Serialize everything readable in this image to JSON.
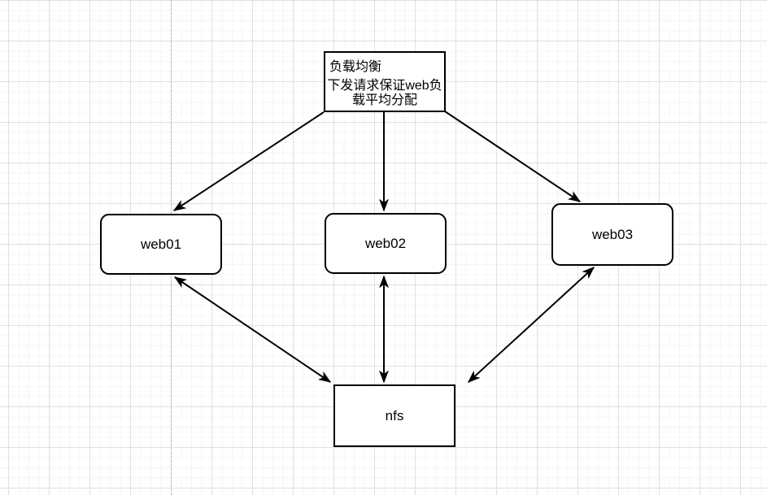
{
  "diagram": {
    "load_balancer": {
      "title": "负载均衡",
      "description": "下发请求保证web负载平均分配"
    },
    "nodes": [
      {
        "id": "web01",
        "label": "web01"
      },
      {
        "id": "web02",
        "label": "web02"
      },
      {
        "id": "web03",
        "label": "web03"
      },
      {
        "id": "nfs",
        "label": "nfs"
      }
    ],
    "edges": [
      {
        "from": "load_balancer",
        "to": "web01",
        "direction": "one-way"
      },
      {
        "from": "load_balancer",
        "to": "web02",
        "direction": "one-way"
      },
      {
        "from": "load_balancer",
        "to": "web03",
        "direction": "one-way"
      },
      {
        "from": "web01",
        "to": "nfs",
        "direction": "two-way"
      },
      {
        "from": "web02",
        "to": "nfs",
        "direction": "two-way"
      },
      {
        "from": "web03",
        "to": "nfs",
        "direction": "two-way"
      }
    ]
  },
  "colors": {
    "shape_stroke": "#000000",
    "shape_fill": "#ffffff",
    "text": "#000000",
    "grid_minor": "#f5f5f5",
    "grid_major": "#e0e0e0",
    "page_divider": "#bdbdbd"
  }
}
